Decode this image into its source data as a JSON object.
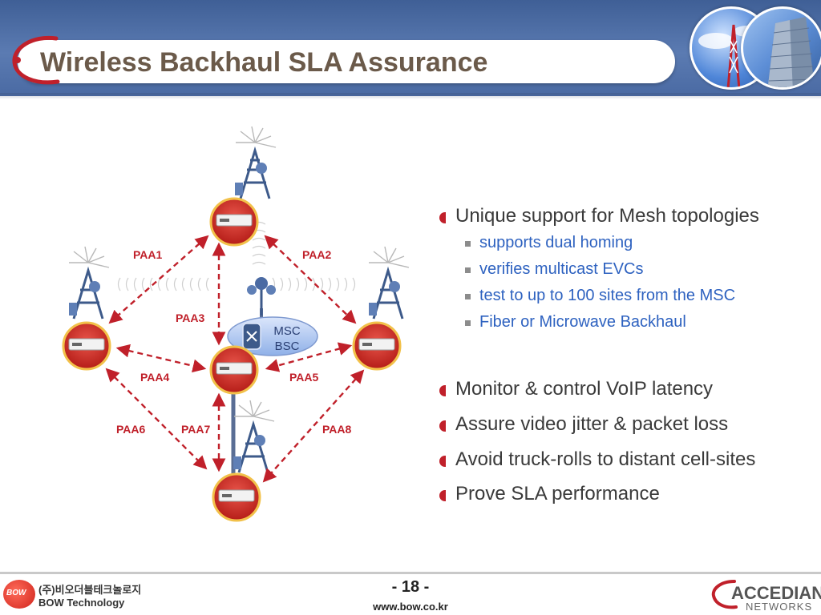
{
  "header": {
    "title": "Wireless Backhaul SLA Assurance",
    "accent_color": "#c0202a",
    "band_color": "#4a6aa3"
  },
  "diagram": {
    "nodes": [
      {
        "id": "top",
        "label": ""
      },
      {
        "id": "left",
        "label": ""
      },
      {
        "id": "center",
        "label": ""
      },
      {
        "id": "right",
        "label": ""
      },
      {
        "id": "bottom",
        "label": ""
      }
    ],
    "core": {
      "line1": "MSC",
      "line2": "BSC"
    },
    "links": [
      {
        "label": "PAA1",
        "from": "top",
        "to": "left"
      },
      {
        "label": "PAA2",
        "from": "top",
        "to": "right"
      },
      {
        "label": "PAA3",
        "from": "top",
        "to": "center"
      },
      {
        "label": "PAA4",
        "from": "left",
        "to": "center"
      },
      {
        "label": "PAA5",
        "from": "right",
        "to": "center"
      },
      {
        "label": "PAA6",
        "from": "left",
        "to": "bottom"
      },
      {
        "label": "PAA7",
        "from": "center",
        "to": "bottom"
      },
      {
        "label": "PAA8",
        "from": "right",
        "to": "bottom"
      }
    ],
    "link_color": "#c0202a"
  },
  "bullets": [
    {
      "text": "Unique support for Mesh topologies",
      "sub": [
        "supports dual homing",
        "verifies multicast EVCs",
        "test to up to 100 sites from the MSC",
        "Fiber or Microwave Backhaul"
      ]
    },
    {
      "text": "Monitor & control VoIP latency",
      "sub": []
    },
    {
      "text": "Assure video jitter & packet loss",
      "sub": []
    },
    {
      "text": "Avoid truck-rolls to distant cell-sites",
      "sub": []
    },
    {
      "text": "Prove SLA performance",
      "sub": []
    }
  ],
  "footer": {
    "page_number": "- 18 -",
    "url": "www.bow.co.kr",
    "left_logo_mark": "BOW",
    "left_logo_korean": "(주)비오더블테크놀로지",
    "left_logo_english": "BOW Technology",
    "right_logo_name": "ACCEDIAN",
    "right_logo_sub": "NETWORKS"
  }
}
